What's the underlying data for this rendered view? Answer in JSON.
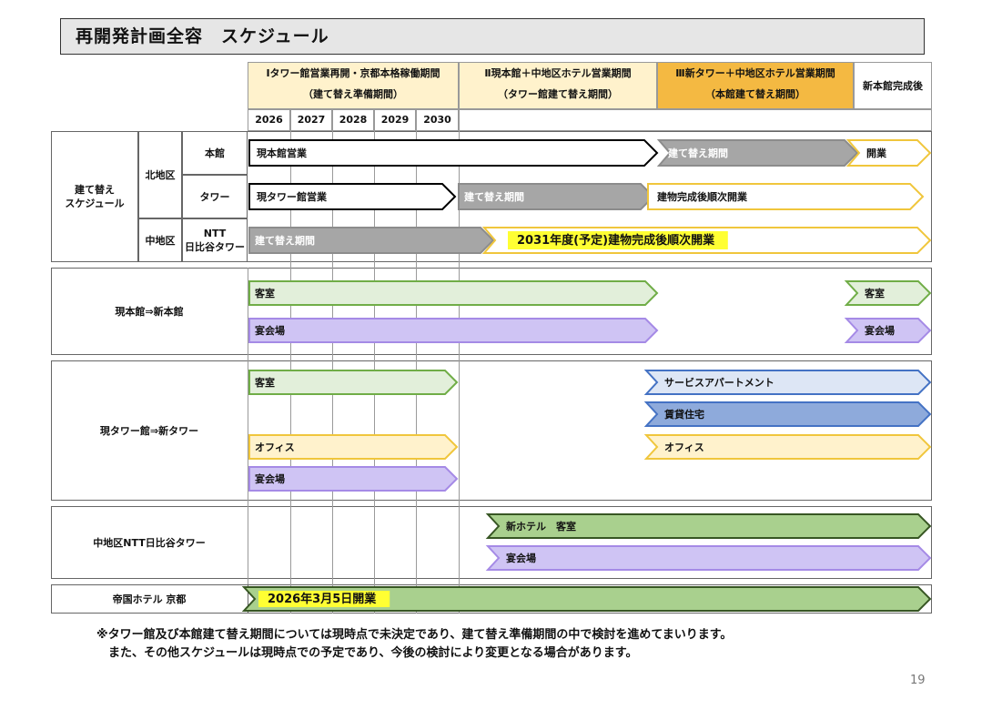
{
  "title": "再開発計画全容　スケジュール",
  "phases": [
    {
      "line1": "Ⅰタワー館営業再開・京都本格稼働期間",
      "line2": "（建て替え準備期間）"
    },
    {
      "line1": "Ⅱ現本館＋中地区ホテル営業期間",
      "line2": "（タワー館建て替え期間）"
    },
    {
      "line1": "Ⅲ新タワー＋中地区ホテル営業期間",
      "line2": "（本館建て替え期間）"
    },
    {
      "line1": "新本館完成後",
      "line2": ""
    }
  ],
  "years": [
    "2026",
    "2027",
    "2028",
    "2029",
    "2030"
  ],
  "labels": {
    "rebuild": "建て替え\nスケジュール",
    "north": "北地区",
    "honkan": "本館",
    "tower": "タワー",
    "middle": "中地区",
    "ntt": "NTT\n日比谷タワー",
    "sec2": "現本館⇒新本館",
    "sec3": "現タワー館⇒新タワー",
    "sec4": "中地区NTT日比谷タワー",
    "sec5": "帝国ホテル 京都"
  },
  "colors": {
    "white": "#ffffff",
    "black": "#000000",
    "gray_fill": "#a6a6a6",
    "gray_stroke": "#8c8c8c",
    "yellow_stroke": "#f0c63c",
    "green_light": "#e2efda",
    "green_stroke": "#70ad47",
    "purple_fill": "#cfc4f4",
    "purple_stroke": "#a58ae6",
    "cream_fill": "#fff2cc",
    "blue_light": "#dde6f5",
    "blue_dark": "#8eaadb",
    "blue_stroke": "#4472c4",
    "green_mid": "#a9d08e",
    "green_dark_stroke": "#375623",
    "phase1_bg": "#fff2cc",
    "phase2_bg": "#fff2cc",
    "phase3_bg": "#f4b942",
    "highlight": "#ffff33"
  },
  "bars": [
    {
      "label": "現本館営業",
      "fill": "white",
      "stroke": "black",
      "highlight": false
    },
    {
      "label": "建て替え期間",
      "fill": "gray_fill",
      "stroke": "gray_stroke",
      "highlight": false,
      "textColor": "#ffffff"
    },
    {
      "label": "開業",
      "fill": "white",
      "stroke": "yellow_stroke",
      "highlight": false
    },
    {
      "label": "現タワー館営業",
      "fill": "white",
      "stroke": "black",
      "highlight": false
    },
    {
      "label": "建て替え期間",
      "fill": "gray_fill",
      "stroke": "gray_stroke",
      "highlight": false,
      "textColor": "#ffffff"
    },
    {
      "label": "建物完成後順次開業",
      "fill": "white",
      "stroke": "yellow_stroke",
      "highlight": false
    },
    {
      "label": "建て替え期間",
      "fill": "gray_fill",
      "stroke": "gray_stroke",
      "highlight": false,
      "textColor": "#ffffff"
    },
    {
      "label": "2031年度(予定)建物完成後順次開業",
      "fill": "white",
      "stroke": "yellow_stroke",
      "highlight": true
    },
    {
      "label": "客室",
      "fill": "green_light",
      "stroke": "green_stroke",
      "highlight": false
    },
    {
      "label": "客室",
      "fill": "green_light",
      "stroke": "green_stroke",
      "highlight": false
    },
    {
      "label": "宴会場",
      "fill": "purple_fill",
      "stroke": "purple_stroke",
      "highlight": false
    },
    {
      "label": "宴会場",
      "fill": "purple_fill",
      "stroke": "purple_stroke",
      "highlight": false
    },
    {
      "label": "客室",
      "fill": "green_light",
      "stroke": "green_stroke",
      "highlight": false
    },
    {
      "label": "サービスアパートメント",
      "fill": "blue_light",
      "stroke": "blue_stroke",
      "highlight": false
    },
    {
      "label": "賃貸住宅",
      "fill": "blue_dark",
      "stroke": "blue_stroke",
      "highlight": false
    },
    {
      "label": "オフィス",
      "fill": "cream_fill",
      "stroke": "yellow_stroke",
      "highlight": false
    },
    {
      "label": "オフィス",
      "fill": "cream_fill",
      "stroke": "yellow_stroke",
      "highlight": false
    },
    {
      "label": "宴会場",
      "fill": "purple_fill",
      "stroke": "purple_stroke",
      "highlight": false
    },
    {
      "label": "新ホテル　客室",
      "fill": "green_mid",
      "stroke": "green_dark_stroke",
      "highlight": false
    },
    {
      "label": "宴会場",
      "fill": "purple_fill",
      "stroke": "purple_stroke",
      "highlight": false
    },
    {
      "label": "2026年3月5日開業",
      "fill": "green_mid",
      "stroke": "green_dark_stroke",
      "highlight": true
    }
  ],
  "notes": [
    "※タワー館及び本館建て替え期間については現時点で未決定であり、建て替え準備期間の中で検討を進めてまいります。",
    "　また、その他スケジュールは現時点での予定であり、今後の検討により変更となる場合があります。"
  ],
  "page_number": "19"
}
